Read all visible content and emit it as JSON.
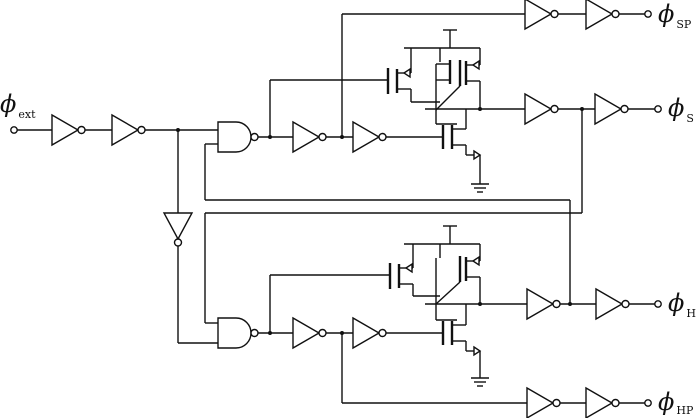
{
  "labels": {
    "ext": {
      "symbol": "ϕ",
      "sub": "ext"
    },
    "sp": {
      "symbol": "ϕ",
      "sub": "SP"
    },
    "s": {
      "symbol": "ϕ",
      "sub": "S"
    },
    "h": {
      "symbol": "ϕ",
      "sub": "H"
    },
    "hp": {
      "symbol": "ϕ",
      "sub": "HP"
    }
  }
}
